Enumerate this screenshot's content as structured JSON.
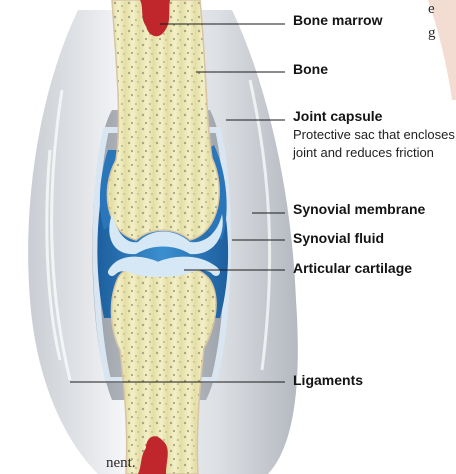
{
  "page_fragments": {
    "top_right_1": "e",
    "top_right_2": "g",
    "bottom": "nent."
  },
  "labels": {
    "bone_marrow": "Bone marrow",
    "bone": "Bone",
    "joint_capsule": "Joint capsule",
    "joint_capsule_desc": "Protective sac that encloses joint and reduces friction",
    "synovial_membrane": "Synovial membrane",
    "synovial_fluid": "Synovial fluid",
    "articular_cartilage": "Articular cartilage",
    "ligaments": "Ligaments"
  },
  "colors": {
    "bone": "#eeeab9",
    "bone_spots": "#a7a583",
    "marrow": "#c0272d",
    "capsule": "#b8bcc3",
    "capsule_inner": "#8c9299",
    "synovial_fluid": "#1f6fb3",
    "cartilage": "#d6e8f5",
    "ligament": "#e4e7eb",
    "leader_line": "#1a1a1a"
  }
}
